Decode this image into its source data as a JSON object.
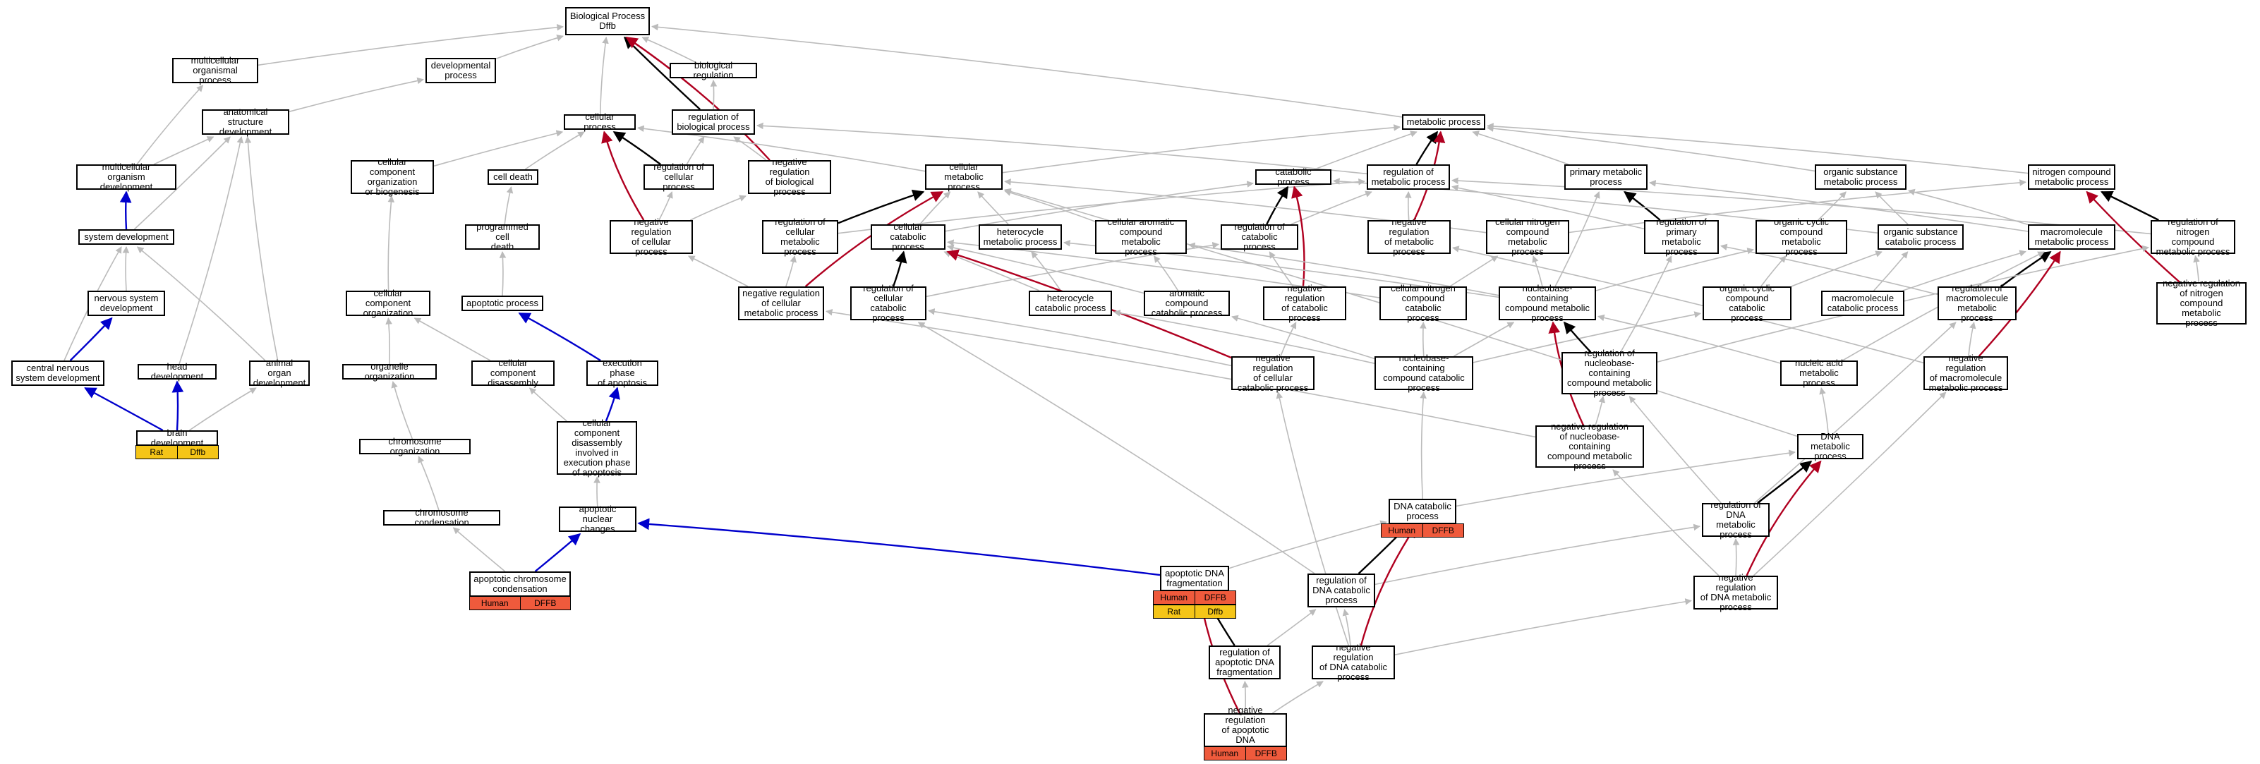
{
  "colors": {
    "edge_gray": "#bbbbbb",
    "edge_black": "#000000",
    "edge_blue": "#0000cc",
    "edge_red": "#b00020",
    "human_tag": "#ef5a3c",
    "rat_tag": "#f5c518"
  },
  "nodes": [
    {
      "id": "bp",
      "label": "Biological Process\nDffb"
    },
    {
      "id": "mop",
      "label": "multicellular\norganismal process"
    },
    {
      "id": "dev",
      "label": "developmental\nprocess"
    },
    {
      "id": "bioreg",
      "label": "biological regulation"
    },
    {
      "id": "asd",
      "label": "anatomical structure\ndevelopment"
    },
    {
      "id": "cellproc",
      "label": "cellular process"
    },
    {
      "id": "regbio",
      "label": "regulation of\nbiological process"
    },
    {
      "id": "metproc",
      "label": "metabolic process"
    },
    {
      "id": "mod",
      "label": "multicellular\norganism development"
    },
    {
      "id": "ccob",
      "label": "cellular component\norganization\nor biogenesis"
    },
    {
      "id": "celldeath",
      "label": "cell death"
    },
    {
      "id": "regcell",
      "label": "regulation of\ncellular process"
    },
    {
      "id": "negregbio",
      "label": "negative regulation\nof biological\nprocess"
    },
    {
      "id": "cellmet",
      "label": "cellular metabolic\nprocess"
    },
    {
      "id": "catab",
      "label": "catabolic process"
    },
    {
      "id": "regmet",
      "label": "regulation of\nmetabolic process"
    },
    {
      "id": "primmet",
      "label": "primary metabolic\nprocess"
    },
    {
      "id": "orgsub",
      "label": "organic substance\nmetabolic process"
    },
    {
      "id": "nitro",
      "label": "nitrogen compound\nmetabolic process"
    },
    {
      "id": "sysdev",
      "label": "system development"
    },
    {
      "id": "pcd",
      "label": "programmed cell\ndeath"
    },
    {
      "id": "negregcell",
      "label": "negative regulation\nof cellular\nprocess"
    },
    {
      "id": "regcellmet",
      "label": "regulation of\ncellular metabolic\nprocess"
    },
    {
      "id": "cellcat",
      "label": "cellular catabolic\nprocess"
    },
    {
      "id": "hetmet",
      "label": "heterocycle\nmetabolic process"
    },
    {
      "id": "aromet",
      "label": "cellular aromatic\ncompound metabolic\nprocess"
    },
    {
      "id": "regcat",
      "label": "regulation of\ncatabolic process"
    },
    {
      "id": "negregmet",
      "label": "negative regulation\nof metabolic\nprocess"
    },
    {
      "id": "cnitro",
      "label": "cellular nitrogen\ncompound metabolic\nprocess"
    },
    {
      "id": "regprim",
      "label": "regulation of\nprimary metabolic\nprocess"
    },
    {
      "id": "ocyc",
      "label": "organic cyclic\ncompound metabolic\nprocess"
    },
    {
      "id": "osubcat",
      "label": "organic substance\ncatabolic process"
    },
    {
      "id": "macro",
      "label": "macromolecule\nmetabolic process"
    },
    {
      "id": "regnitro",
      "label": "regulation of\nnitrogen compound\nmetabolic process"
    },
    {
      "id": "nsd",
      "label": "nervous system\ndevelopment"
    },
    {
      "id": "cco",
      "label": "cellular component\norganization"
    },
    {
      "id": "apop",
      "label": "apoptotic process"
    },
    {
      "id": "negregcellmet",
      "label": "negative regulation\nof cellular\nmetabolic process"
    },
    {
      "id": "regcellcat",
      "label": "regulation of\ncellular catabolic\nprocess"
    },
    {
      "id": "hetcat",
      "label": "heterocycle\ncatabolic process"
    },
    {
      "id": "arocat",
      "label": "aromatic compound\ncatabolic process"
    },
    {
      "id": "negregcat",
      "label": "negative regulation\nof catabolic\nprocess"
    },
    {
      "id": "cnitrocat",
      "label": "cellular nitrogen\ncompound catabolic\nprocess"
    },
    {
      "id": "nbcm",
      "label": "nucleobase-containing\ncompound metabolic\nprocess"
    },
    {
      "id": "ocyccat",
      "label": "organic cyclic\ncompound catabolic\nprocess"
    },
    {
      "id": "macrocat",
      "label": "macromolecule\ncatabolic process"
    },
    {
      "id": "regmacro",
      "label": "regulation of\nmacromolecule\nmetabolic process"
    },
    {
      "id": "negregnitro",
      "label": "negative regulation\nof nitrogen\ncompound metabolic\nprocess"
    },
    {
      "id": "cns",
      "label": "central nervous\nsystem development"
    },
    {
      "id": "headdev",
      "label": "head development"
    },
    {
      "id": "aod",
      "label": "animal organ\ndevelopment"
    },
    {
      "id": "orgorg",
      "label": "organelle organization"
    },
    {
      "id": "ccdis",
      "label": "cellular component\ndisassembly"
    },
    {
      "id": "execapop",
      "label": "execution phase\nof apoptosis"
    },
    {
      "id": "negregcellcat",
      "label": "negative regulation\nof cellular\ncatabolic process"
    },
    {
      "id": "nbcc",
      "label": "nucleobase-containing\ncompound catabolic\nprocess"
    },
    {
      "id": "regnbcm",
      "label": "regulation of\nnucleobase-containing\ncompound metabolic\nprocess"
    },
    {
      "id": "nucacid",
      "label": "nucleic acid\nmetabolic process"
    },
    {
      "id": "negregmacro",
      "label": "negative regulation\nof macromolecule\nmetabolic process"
    },
    {
      "id": "braindev",
      "label": "brain development"
    },
    {
      "id": "chromorg",
      "label": "chromosome organization"
    },
    {
      "id": "ccdisapop",
      "label": "cellular component\ndisassembly\ninvolved in\nexecution phase\nof apoptosis"
    },
    {
      "id": "negregnbcm",
      "label": "negative regulation\nof nucleobase-containing\ncompound metabolic\nprocess"
    },
    {
      "id": "dnamet",
      "label": "DNA metabolic\nprocess"
    },
    {
      "id": "chromcond",
      "label": "chromosome condensation"
    },
    {
      "id": "apopnuc",
      "label": "apoptotic nuclear\nchanges"
    },
    {
      "id": "dnacat",
      "label": "DNA catabolic\nprocess"
    },
    {
      "id": "regdnamet",
      "label": "regulation of\nDNA metabolic\nprocess"
    },
    {
      "id": "apopchrom",
      "label": "apoptotic chromosome\ncondensation"
    },
    {
      "id": "apopdnafrag",
      "label": "apoptotic DNA\nfragmentation"
    },
    {
      "id": "regdnacat",
      "label": "regulation of\nDNA catabolic\nprocess"
    },
    {
      "id": "negregdnamet",
      "label": "negative regulation\nof DNA metabolic\nprocess"
    },
    {
      "id": "regapopdna",
      "label": "regulation of\napoptotic DNA\nfragmentation"
    },
    {
      "id": "negregdnacat",
      "label": "negative regulation\nof DNA catabolic\nprocess"
    },
    {
      "id": "negregapopdna",
      "label": "negative regulation\nof apoptotic\nDNA fragmentation"
    }
  ],
  "annotations": [
    {
      "node": "braindev",
      "tags": [
        {
          "species": "Rat",
          "gene": "Dffb"
        }
      ]
    },
    {
      "node": "apopchrom",
      "tags": [
        {
          "species": "Human",
          "gene": "DFFB"
        }
      ]
    },
    {
      "node": "dnacat",
      "tags": [
        {
          "species": "Human",
          "gene": "DFFB"
        }
      ]
    },
    {
      "node": "apopdnafrag",
      "tags": [
        {
          "species": "Human",
          "gene": "DFFB"
        },
        {
          "species": "Rat",
          "gene": "Dffb"
        }
      ]
    },
    {
      "node": "negregapopdna",
      "tags": [
        {
          "species": "Human",
          "gene": "DFFB"
        }
      ]
    }
  ],
  "edges": [
    [
      "mop",
      "bp",
      "gray"
    ],
    [
      "dev",
      "bp",
      "gray"
    ],
    [
      "bioreg",
      "bp",
      "gray"
    ],
    [
      "cellproc",
      "bp",
      "gray"
    ],
    [
      "metproc",
      "bp",
      "gray"
    ],
    [
      "regbio",
      "bp",
      "black"
    ],
    [
      "negregbio",
      "bp",
      "red"
    ],
    [
      "asd",
      "dev",
      "gray"
    ],
    [
      "regbio",
      "bioreg",
      "gray"
    ],
    [
      "mod",
      "mop",
      "gray"
    ],
    [
      "mod",
      "asd",
      "gray"
    ],
    [
      "sysdev",
      "mod",
      "blue"
    ],
    [
      "sysdev",
      "asd",
      "gray"
    ],
    [
      "nsd",
      "sysdev",
      "gray"
    ],
    [
      "cns",
      "nsd",
      "blue"
    ],
    [
      "cns",
      "sysdev",
      "gray"
    ],
    [
      "headdev",
      "asd",
      "gray"
    ],
    [
      "aod",
      "asd",
      "gray"
    ],
    [
      "aod",
      "sysdev",
      "gray"
    ],
    [
      "braindev",
      "cns",
      "blue"
    ],
    [
      "braindev",
      "headdev",
      "blue"
    ],
    [
      "braindev",
      "aod",
      "gray"
    ],
    [
      "ccob",
      "cellproc",
      "gray"
    ],
    [
      "celldeath",
      "cellproc",
      "gray"
    ],
    [
      "regcell",
      "cellproc",
      "black"
    ],
    [
      "regcell",
      "regbio",
      "gray"
    ],
    [
      "negregbio",
      "regbio",
      "gray"
    ],
    [
      "negregcell",
      "cellproc",
      "red"
    ],
    [
      "negregcell",
      "regcell",
      "gray"
    ],
    [
      "negregcell",
      "negregbio",
      "gray"
    ],
    [
      "cellmet",
      "cellproc",
      "gray"
    ],
    [
      "cellmet",
      "metproc",
      "gray"
    ],
    [
      "catab",
      "metproc",
      "gray"
    ],
    [
      "regmet",
      "metproc",
      "black"
    ],
    [
      "regmet",
      "regbio",
      "gray"
    ],
    [
      "primmet",
      "metproc",
      "gray"
    ],
    [
      "orgsub",
      "metproc",
      "gray"
    ],
    [
      "nitro",
      "metproc",
      "gray"
    ],
    [
      "negregmet",
      "metproc",
      "red"
    ],
    [
      "pcd",
      "celldeath",
      "gray"
    ],
    [
      "apop",
      "pcd",
      "gray"
    ],
    [
      "cco",
      "ccob",
      "gray"
    ],
    [
      "orgorg",
      "cco",
      "gray"
    ],
    [
      "ccdis",
      "cco",
      "gray"
    ],
    [
      "execapop",
      "apop",
      "blue"
    ],
    [
      "ccdisapop",
      "ccdis",
      "gray"
    ],
    [
      "ccdisapop",
      "execapop",
      "blue"
    ],
    [
      "chromorg",
      "orgorg",
      "gray"
    ],
    [
      "chromcond",
      "chromorg",
      "gray"
    ],
    [
      "apopchrom",
      "chromcond",
      "gray"
    ],
    [
      "apopchrom",
      "apopnuc",
      "blue"
    ],
    [
      "apopnuc",
      "ccdisapop",
      "gray"
    ],
    [
      "apopdnafrag",
      "apopnuc",
      "blue"
    ],
    [
      "regcellmet",
      "cellmet",
      "black"
    ],
    [
      "regcellmet",
      "regmet",
      "gray"
    ],
    [
      "cellcat",
      "cellmet",
      "gray"
    ],
    [
      "cellcat",
      "catab",
      "gray"
    ],
    [
      "hetmet",
      "cellmet",
      "gray"
    ],
    [
      "aromet",
      "cellmet",
      "gray"
    ],
    [
      "regcat",
      "catab",
      "black"
    ],
    [
      "regcat",
      "regmet",
      "gray"
    ],
    [
      "negregmet",
      "regmet",
      "gray"
    ],
    [
      "cnitro",
      "cellmet",
      "gray"
    ],
    [
      "cnitro",
      "nitro",
      "gray"
    ],
    [
      "regprim",
      "primmet",
      "black"
    ],
    [
      "regprim",
      "regmet",
      "gray"
    ],
    [
      "ocyc",
      "orgsub",
      "gray"
    ],
    [
      "osubcat",
      "orgsub",
      "gray"
    ],
    [
      "osubcat",
      "catab",
      "gray"
    ],
    [
      "macro",
      "primmet",
      "gray"
    ],
    [
      "macro",
      "orgsub",
      "gray"
    ],
    [
      "regnitro",
      "nitro",
      "black"
    ],
    [
      "regnitro",
      "regmet",
      "gray"
    ],
    [
      "negregcellmet",
      "cellmet",
      "red"
    ],
    [
      "negregcellmet",
      "regcellmet",
      "gray"
    ],
    [
      "negregcellmet",
      "negregcell",
      "gray"
    ],
    [
      "regcellcat",
      "cellcat",
      "black"
    ],
    [
      "regcellcat",
      "regcat",
      "gray"
    ],
    [
      "hetcat",
      "hetmet",
      "gray"
    ],
    [
      "hetcat",
      "cellcat",
      "gray"
    ],
    [
      "arocat",
      "aromet",
      "gray"
    ],
    [
      "arocat",
      "cellcat",
      "gray"
    ],
    [
      "negregcat",
      "catab",
      "red"
    ],
    [
      "negregcat",
      "regcat",
      "gray"
    ],
    [
      "cnitrocat",
      "cnitro",
      "gray"
    ],
    [
      "cnitrocat",
      "cellcat",
      "gray"
    ],
    [
      "nbcm",
      "cnitro",
      "gray"
    ],
    [
      "nbcm",
      "hetmet",
      "gray"
    ],
    [
      "nbcm",
      "aromet",
      "gray"
    ],
    [
      "nbcm",
      "ocyc",
      "gray"
    ],
    [
      "nbcm",
      "primmet",
      "gray"
    ],
    [
      "ocyccat",
      "ocyc",
      "gray"
    ],
    [
      "ocyccat",
      "osubcat",
      "gray"
    ],
    [
      "macrocat",
      "macro",
      "gray"
    ],
    [
      "macrocat",
      "osubcat",
      "gray"
    ],
    [
      "regmacro",
      "macro",
      "black"
    ],
    [
      "regmacro",
      "regprim",
      "gray"
    ],
    [
      "negregnitro",
      "nitro",
      "red"
    ],
    [
      "negregnitro",
      "regnitro",
      "gray"
    ],
    [
      "negregcellcat",
      "cellcat",
      "red"
    ],
    [
      "negregcellcat",
      "regcellcat",
      "gray"
    ],
    [
      "negregcellcat",
      "negregcat",
      "gray"
    ],
    [
      "nbcc",
      "nbcm",
      "gray"
    ],
    [
      "nbcc",
      "cnitrocat",
      "gray"
    ],
    [
      "nbcc",
      "hetcat",
      "gray"
    ],
    [
      "nbcc",
      "arocat",
      "gray"
    ],
    [
      "nbcc",
      "ocyccat",
      "gray"
    ],
    [
      "regnbcm",
      "nbcm",
      "black"
    ],
    [
      "regnbcm",
      "regprim",
      "gray"
    ],
    [
      "regnbcm",
      "regnitro",
      "gray"
    ],
    [
      "nucacid",
      "nbcm",
      "gray"
    ],
    [
      "nucacid",
      "macro",
      "gray"
    ],
    [
      "negregmacro",
      "macro",
      "red"
    ],
    [
      "negregmacro",
      "regmacro",
      "gray"
    ],
    [
      "negregmacro",
      "negregmet",
      "gray"
    ],
    [
      "negregnbcm",
      "nbcm",
      "red"
    ],
    [
      "negregnbcm",
      "regnbcm",
      "gray"
    ],
    [
      "negregnbcm",
      "negregcellmet",
      "gray"
    ],
    [
      "dnamet",
      "nucacid",
      "gray"
    ],
    [
      "dnamet",
      "cellmet",
      "gray"
    ],
    [
      "dnacat",
      "dnamet",
      "gray"
    ],
    [
      "dnacat",
      "nbcc",
      "gray"
    ],
    [
      "regdnamet",
      "dnamet",
      "black"
    ],
    [
      "regdnamet",
      "regnbcm",
      "gray"
    ],
    [
      "regdnamet",
      "regmacro",
      "gray"
    ],
    [
      "apopdnafrag",
      "dnacat",
      "gray"
    ],
    [
      "regdnacat",
      "dnacat",
      "black"
    ],
    [
      "regdnacat",
      "regdnamet",
      "gray"
    ],
    [
      "regdnacat",
      "regcellcat",
      "gray"
    ],
    [
      "negregdnamet",
      "dnamet",
      "red"
    ],
    [
      "negregdnamet",
      "regdnamet",
      "gray"
    ],
    [
      "negregdnamet",
      "negregnbcm",
      "gray"
    ],
    [
      "negregdnamet",
      "negregmacro",
      "gray"
    ],
    [
      "regapopdna",
      "apopdnafrag",
      "black"
    ],
    [
      "regapopdna",
      "regdnacat",
      "gray"
    ],
    [
      "negregdnacat",
      "dnacat",
      "red"
    ],
    [
      "negregdnacat",
      "regdnacat",
      "gray"
    ],
    [
      "negregdnacat",
      "negregcellcat",
      "gray"
    ],
    [
      "negregdnacat",
      "negregdnamet",
      "gray"
    ],
    [
      "negregapopdna",
      "apopdnafrag",
      "red"
    ],
    [
      "negregapopdna",
      "regapopdna",
      "gray"
    ],
    [
      "negregapopdna",
      "negregdnacat",
      "gray"
    ]
  ]
}
